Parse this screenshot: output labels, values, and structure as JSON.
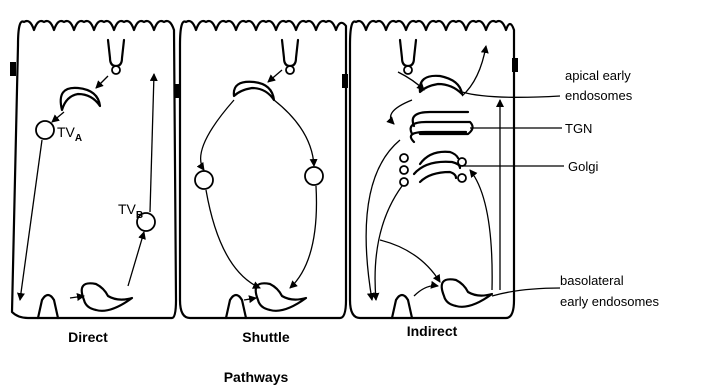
{
  "diagram": {
    "cells": [
      {
        "label": "Direct"
      },
      {
        "label": "Shuttle"
      },
      {
        "label": "Indirect"
      }
    ],
    "caption": "Pathways",
    "vesicles": {
      "tva": {
        "main": "TV",
        "sub": "A"
      },
      "tvb": {
        "main": "TV",
        "sub": "B"
      }
    },
    "annotations": {
      "apical_line1": "apical early",
      "apical_line2": "endosomes",
      "tgn": "TGN",
      "golgi": "Golgi",
      "basolateral_line1": "basolateral",
      "basolateral_line2": "early endosomes"
    }
  }
}
